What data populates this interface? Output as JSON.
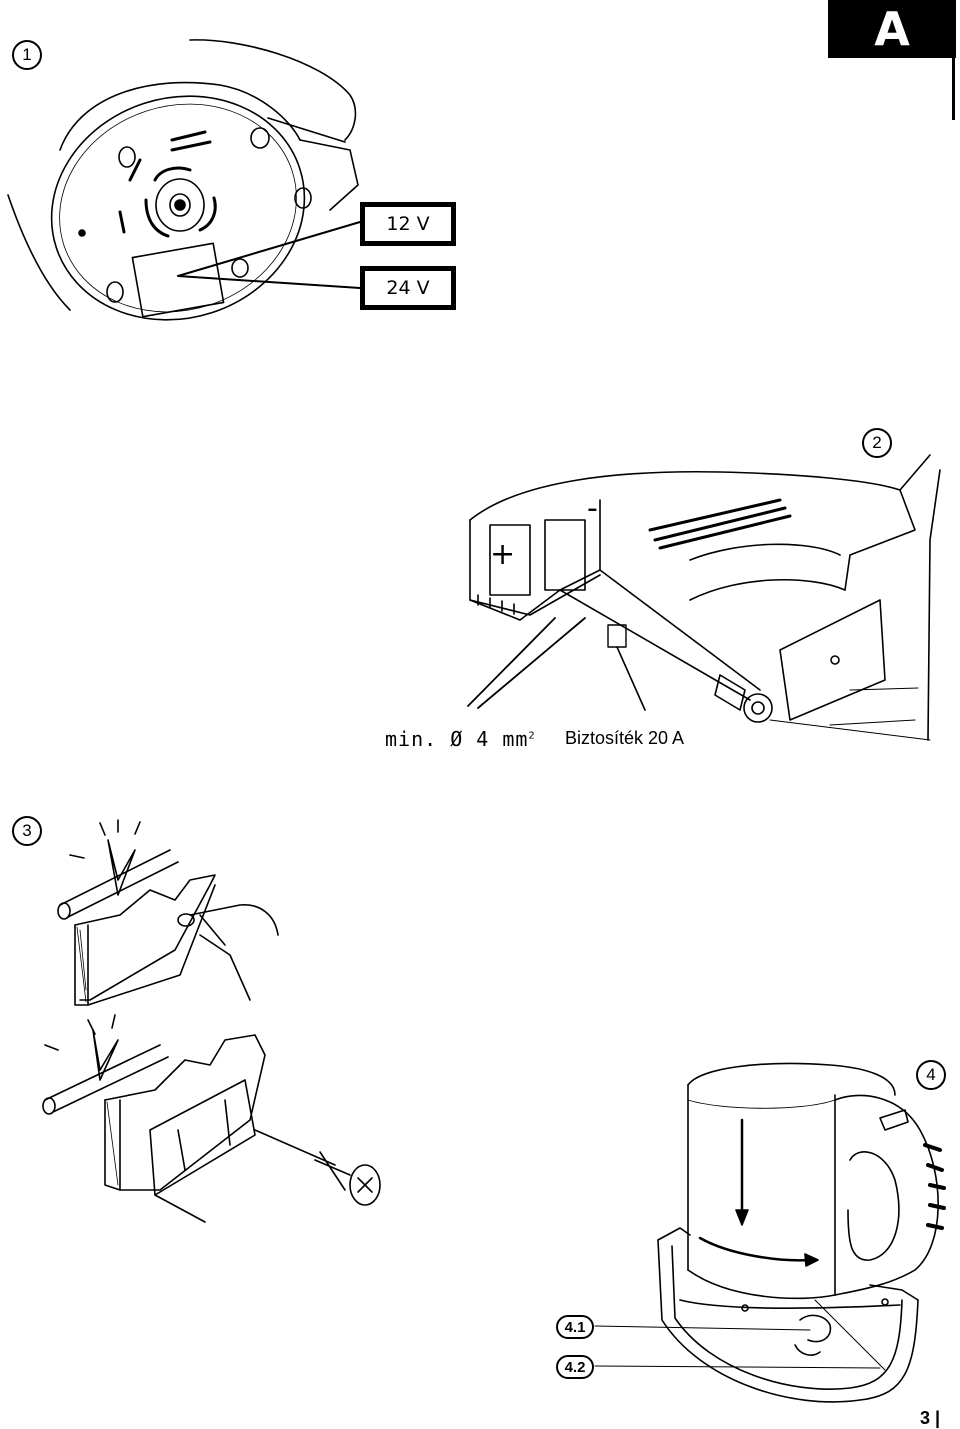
{
  "corner_tab": "A",
  "figures": {
    "fig1": {
      "number": "1",
      "voltage_12": "12 V",
      "voltage_24": "24 V"
    },
    "fig2": {
      "number": "2",
      "plus": "+",
      "minus": "-",
      "cable_label": "min. Ø 4 mm",
      "cable_sup": "2",
      "fuse_label": "Biztosíték 20 A"
    },
    "fig3": {
      "number": "3"
    },
    "fig4": {
      "number": "4",
      "sub1": "4.1",
      "sub2": "4.2"
    }
  },
  "page_number": "3 |"
}
